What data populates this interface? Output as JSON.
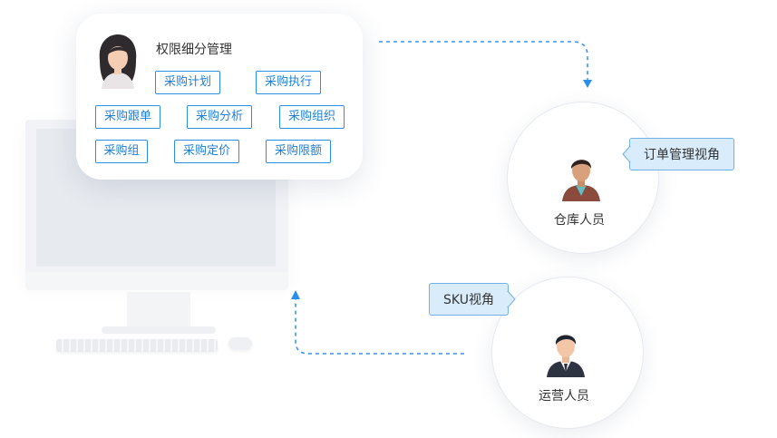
{
  "permission_card": {
    "title": "权限细分管理",
    "tags": [
      "采购计划",
      "采购执行",
      "采购跟单",
      "采购分析",
      "采购组织",
      "采购组",
      "采购定价",
      "采购限额"
    ]
  },
  "roles": {
    "warehouse": {
      "label": "仓库人员",
      "callout": "订单管理视角"
    },
    "operations": {
      "label": "运营人员",
      "callout": "SKU视角"
    }
  },
  "colors": {
    "accent": "#2a8fe6",
    "callout_bg": "#d9ecfb",
    "arrow": "#3a96e8"
  },
  "icons": {
    "female_avatar": "woman-avatar-icon",
    "warehouse_avatar": "man-avatar-icon",
    "operations_avatar": "man-suit-avatar-icon"
  }
}
